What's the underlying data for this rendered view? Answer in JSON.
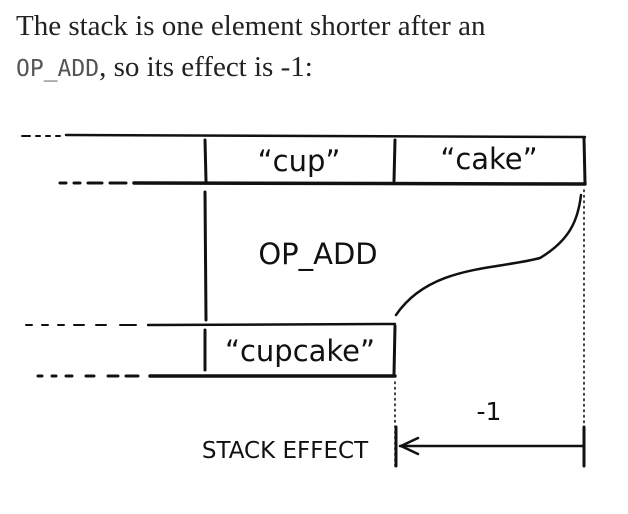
{
  "caption": {
    "text_before": "The stack is one element shorter after an",
    "code": "OP_ADD",
    "text_after": ", so its effect is -1:"
  },
  "diagram": {
    "top_stack": [
      "“cup”",
      "“cake”"
    ],
    "operation": "OP_ADD",
    "bottom_stack": [
      "“cupcake”"
    ],
    "effect_value": "-1",
    "effect_label": "STACK EFFECT"
  }
}
